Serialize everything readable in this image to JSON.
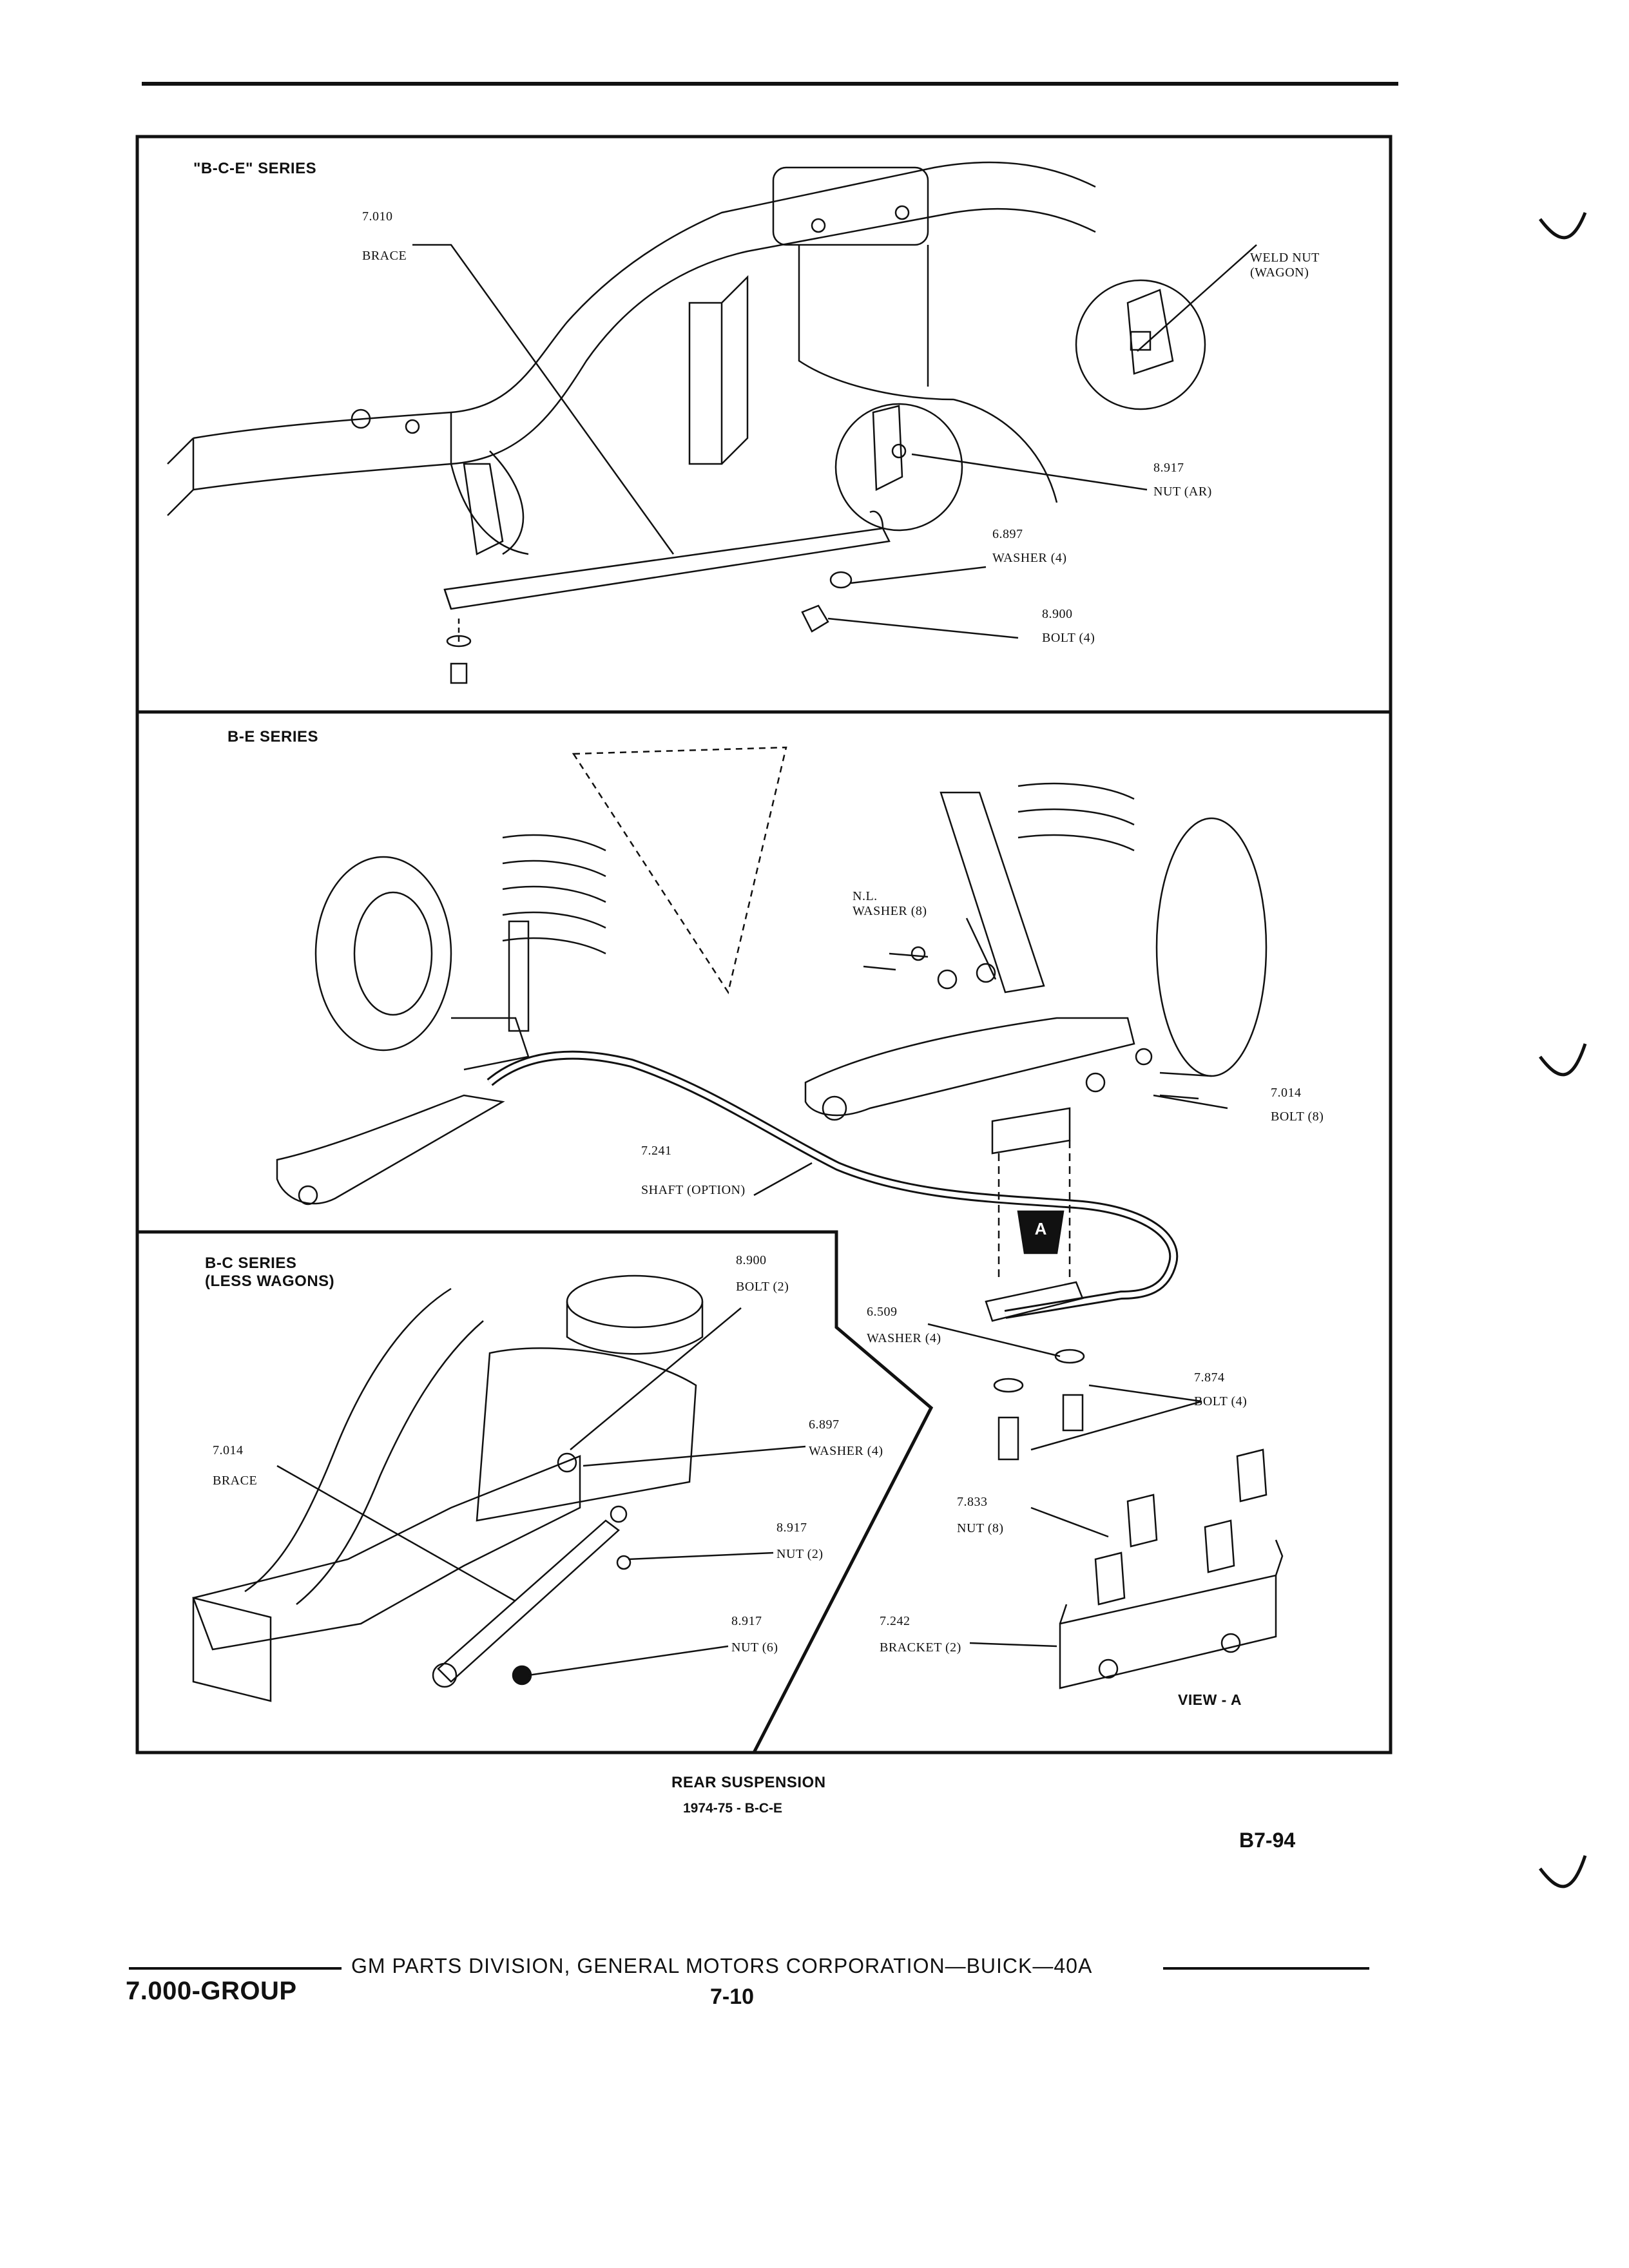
{
  "sections": {
    "top": {
      "series": "\"B-C-E\" SERIES",
      "callouts": [
        {
          "num": "7.010",
          "name": "BRACE"
        },
        {
          "num": "",
          "name": "WELD NUT\n(WAGON)"
        },
        {
          "num": "8.917",
          "name": "NUT (AR)"
        },
        {
          "num": "6.897",
          "name": "WASHER (4)"
        },
        {
          "num": "8.900",
          "name": "BOLT (4)"
        }
      ]
    },
    "middle": {
      "series": "B-E SERIES",
      "callouts": [
        {
          "num": "N.L.",
          "name": "WASHER (8)"
        },
        {
          "num": "7.014",
          "name": "BOLT (8)"
        },
        {
          "num": "7.241",
          "name": "SHAFT (OPTION)"
        },
        {
          "num": "6.509",
          "name": "WASHER (4)"
        },
        {
          "num": "7.874",
          "name": "BOLT (4)"
        },
        {
          "num": "7.833",
          "name": "NUT (8)"
        },
        {
          "num": "7.242",
          "name": "BRACKET (2)"
        }
      ],
      "view_label": "VIEW - A",
      "view_marker": "A"
    },
    "bottom": {
      "series": "B-C SERIES\n(LESS WAGONS)",
      "callouts": [
        {
          "num": "8.900",
          "name": "BOLT (2)"
        },
        {
          "num": "6.897",
          "name": "WASHER (4)"
        },
        {
          "num": "7.014",
          "name": "BRACE"
        },
        {
          "num": "8.917",
          "name": "NUT (2)"
        },
        {
          "num": "8.917",
          "name": "NUT (6)"
        }
      ]
    }
  },
  "caption": {
    "title": "REAR SUSPENSION",
    "subtitle": "1974-75 - B-C-E"
  },
  "figure_code": "B7-94",
  "footer": {
    "group": "7.000-GROUP",
    "publisher": "GM PARTS DIVISION, GENERAL MOTORS CORPORATION—BUICK—40A",
    "page": "7-10"
  }
}
